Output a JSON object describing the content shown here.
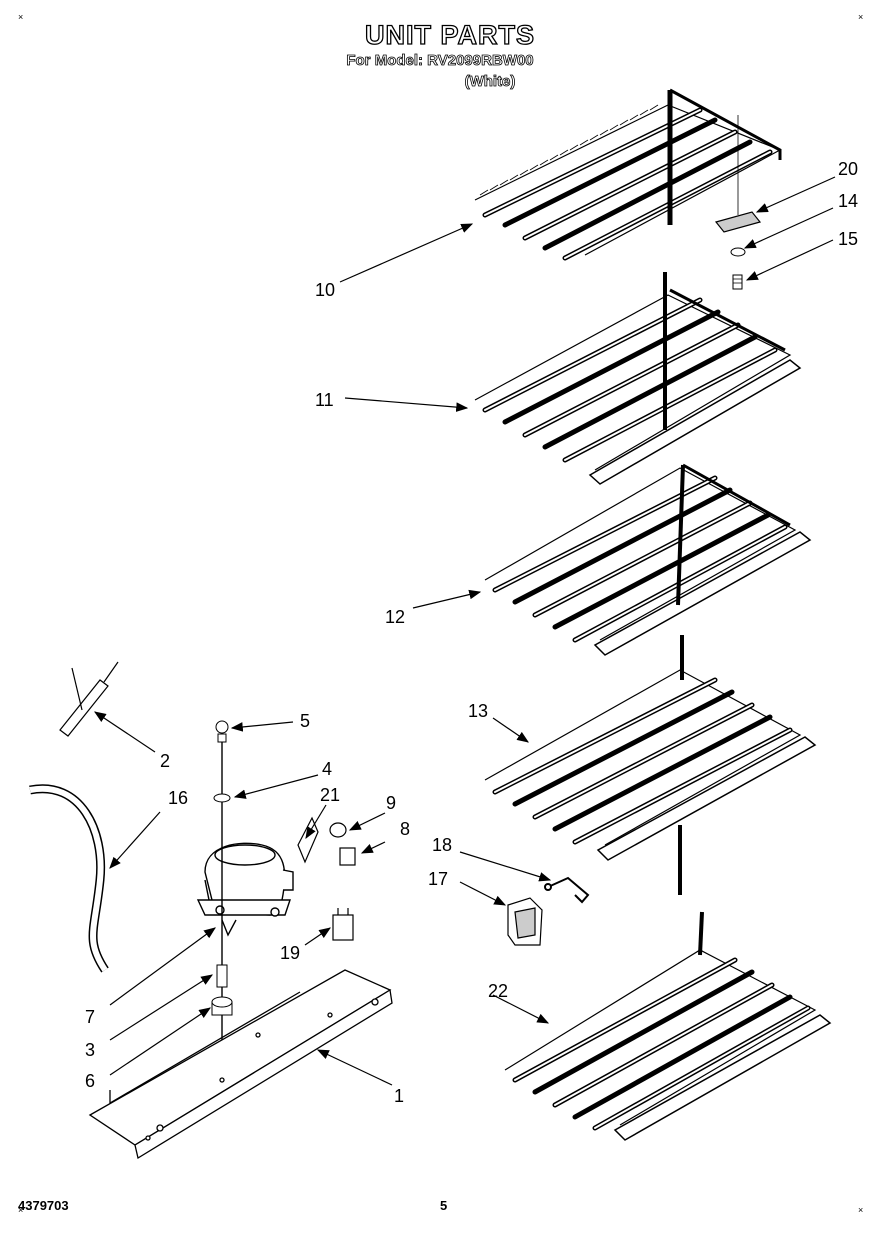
{
  "header": {
    "title": "UNIT PARTS",
    "model_line": "For Model: RV2099RBW00",
    "color_line": "(White)"
  },
  "callouts": {
    "c1": "1",
    "c2": "2",
    "c3": "3",
    "c4": "4",
    "c5": "5",
    "c6": "6",
    "c7": "7",
    "c8": "8",
    "c9": "9",
    "c10": "10",
    "c11": "11",
    "c12": "12",
    "c13": "13",
    "c14": "14",
    "c15": "15",
    "c16": "16",
    "c17": "17",
    "c18": "18",
    "c19": "19",
    "c20": "20",
    "c21": "21",
    "c22": "22"
  },
  "footer": {
    "part_number": "4379703",
    "page_number": "5"
  },
  "corner_marks": {
    "mark": "×"
  },
  "colors": {
    "ink": "#000000",
    "paper": "#ffffff"
  }
}
